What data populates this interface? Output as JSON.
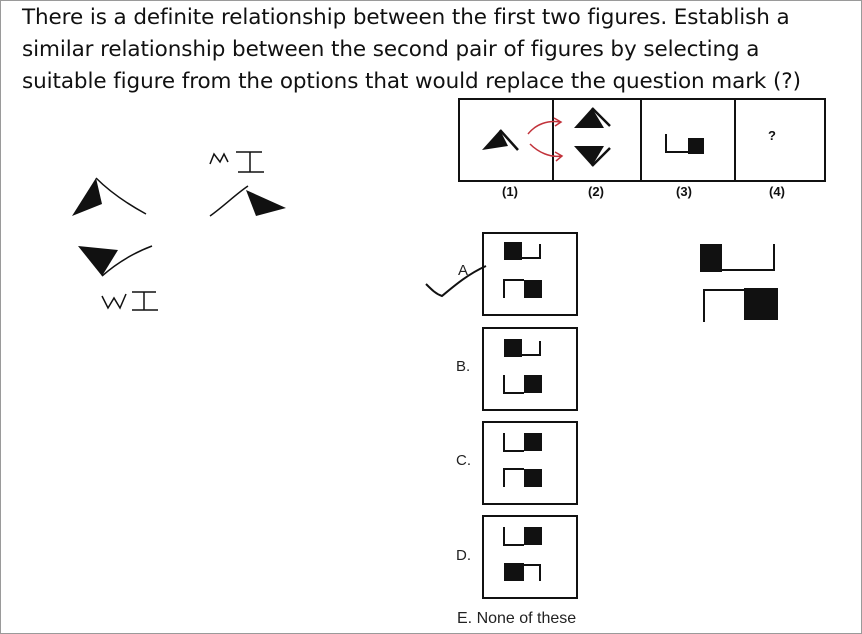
{
  "question": {
    "line1": "There is a definite relationship between the first two figures. Establish a",
    "line2": "similar relationship between the second pair of figures by selecting a",
    "line3": "suitable figure from the options that would replace the question mark (?)"
  },
  "series": {
    "labels": [
      "(1)",
      "(2)",
      "(3)",
      "(4)"
    ],
    "question_mark": "?"
  },
  "options": [
    {
      "label": "A",
      "selected": true
    },
    {
      "label": "B."
    },
    {
      "label": "C."
    },
    {
      "label": "D."
    },
    {
      "label": "E. None of these"
    }
  ],
  "annotations": {
    "note_mi": "MI",
    "note_wi": "WI"
  }
}
